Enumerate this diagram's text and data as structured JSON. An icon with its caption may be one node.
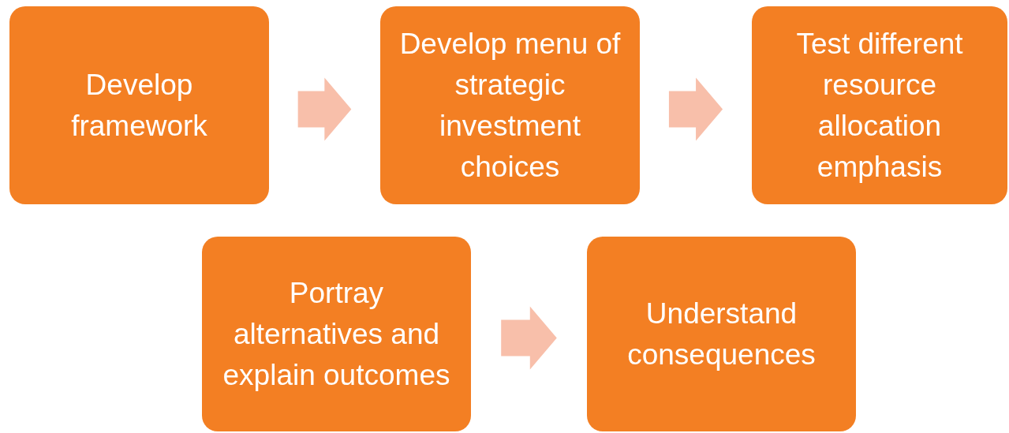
{
  "diagram": {
    "nodes": [
      {
        "text": [
          "Develop framework"
        ]
      },
      {
        "text": [
          "Develop menu of strategic investment choices"
        ]
      },
      {
        "text": [
          "Test different resource allocation emphasis"
        ]
      },
      {
        "text": [
          "Portray alternatives and explain outcomes"
        ]
      },
      {
        "text": [
          "Understand consequences"
        ]
      }
    ],
    "edges": [
      {
        "from": 0,
        "to": 1,
        "arrow": "to"
      },
      {
        "from": 1,
        "to": 2,
        "arrow": "to"
      },
      {
        "from": 3,
        "to": 4,
        "arrow": "to"
      }
    ]
  }
}
